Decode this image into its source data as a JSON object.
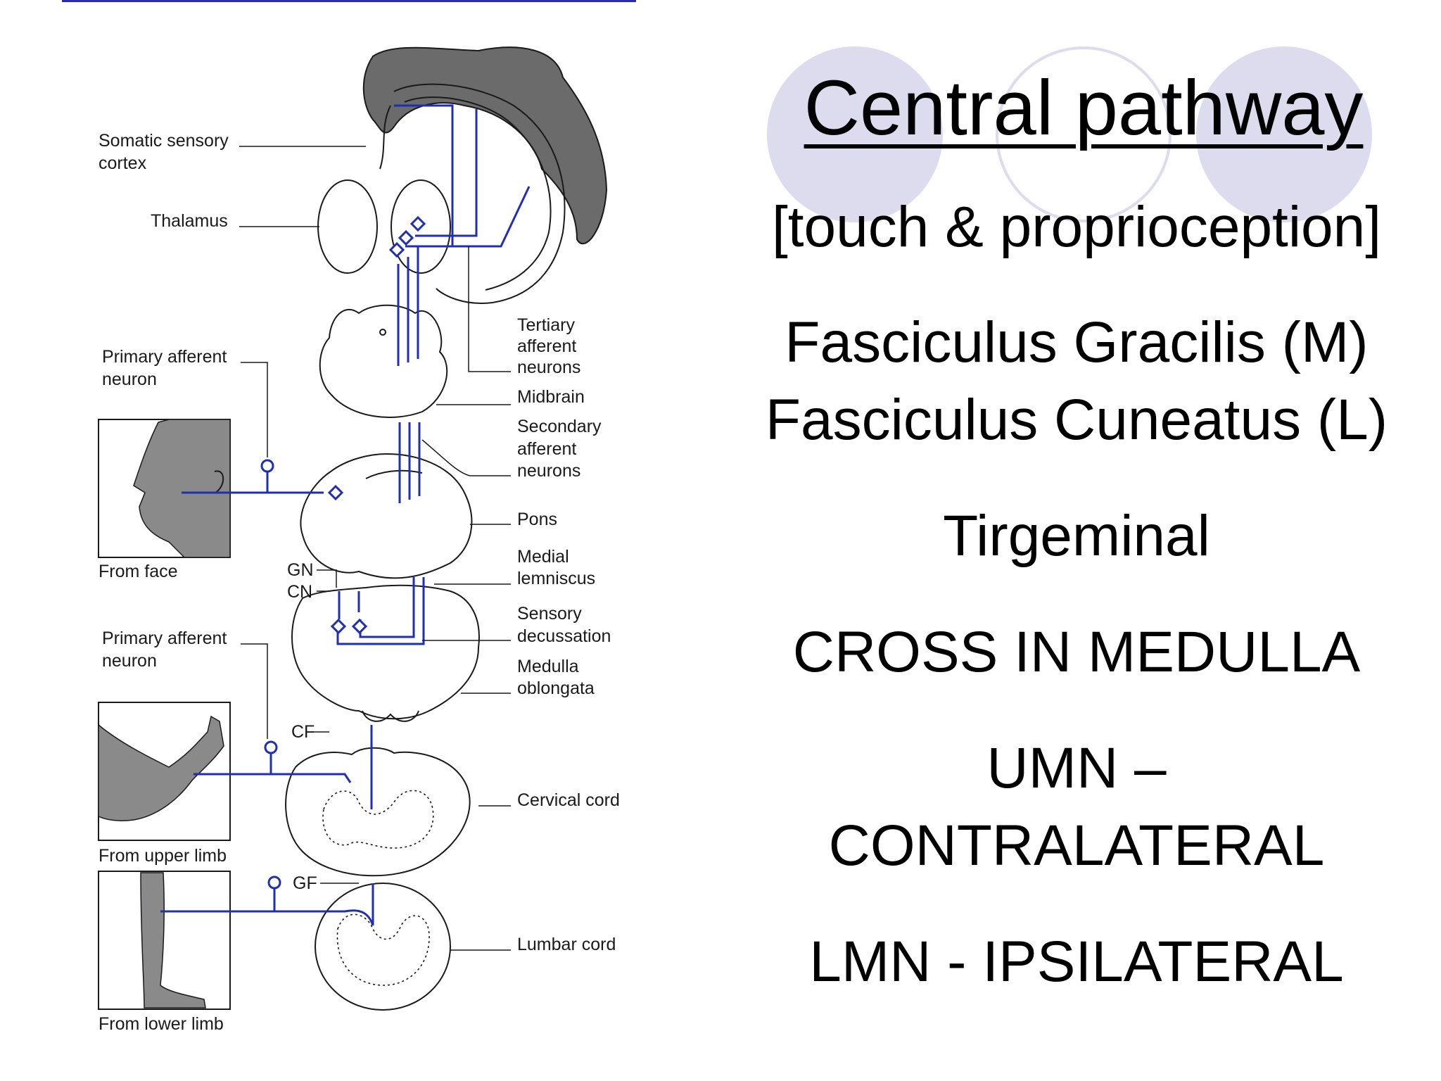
{
  "slide": {
    "title": "Central pathway",
    "subtitle": "[touch & proprioception]",
    "tract_medial": "Fasciculus Gracilis (M)",
    "tract_lateral": "Fasciculus Cuneatus (L)",
    "trigeminal": "Tirgeminal",
    "cross": "CROSS IN MEDULLA",
    "umn_1": "UMN –",
    "umn_2": "CONTRALATERAL",
    "lmn": "LMN - IPSILATERAL"
  },
  "diagram": {
    "labels": {
      "cortex_1": "Somatic sensory",
      "cortex_2": "cortex",
      "thalamus": "Thalamus",
      "primary_afferent_face_1": "Primary afferent",
      "primary_afferent_face_2": "neuron",
      "from_face": "From face",
      "gn": "GN",
      "cn": "CN",
      "primary_afferent_limb_1": "Primary afferent",
      "primary_afferent_limb_2": "neuron",
      "cf": "CF",
      "from_upper_limb": "From upper limb",
      "gf": "GF",
      "from_lower_limb": "From lower limb",
      "tertiary_1": "Tertiary",
      "tertiary_2": "afferent",
      "tertiary_3": "neurons",
      "midbrain": "Midbrain",
      "secondary_1": "Secondary",
      "secondary_2": "afferent",
      "secondary_3": "neurons",
      "pons": "Pons",
      "medial_lemniscus_1": "Medial",
      "medial_lemniscus_2": "lemniscus",
      "sensory_decussation_1": "Sensory",
      "sensory_decussation_2": "decussation",
      "medulla_1": "Medulla",
      "medulla_2": "oblongata",
      "cervical_cord": "Cervical cord",
      "lumbar_cord": "Lumbar cord"
    }
  },
  "colors": {
    "pathway": "#1f2fb4",
    "outline": "#1a1a1a",
    "cortex_fill": "#6b6b6b",
    "skin_fill": "#8a8a8a",
    "accent_circle": "#dcdcee"
  }
}
